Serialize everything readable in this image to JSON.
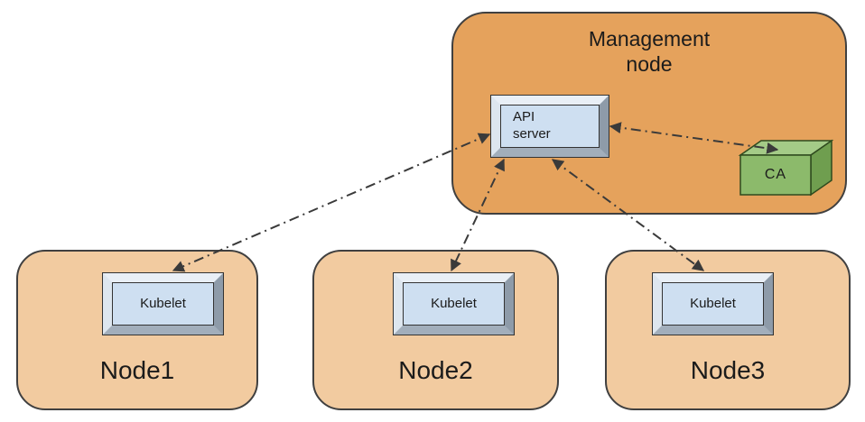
{
  "diagram": {
    "management_node": {
      "label": "Management\nnode",
      "api_server": {
        "label": "API\nserver"
      },
      "ca": {
        "label": "CA"
      }
    },
    "nodes": [
      {
        "label": "Node1",
        "component_label": "Kubelet"
      },
      {
        "label": "Node2",
        "component_label": "Kubelet"
      },
      {
        "label": "Node3",
        "component_label": "Kubelet"
      }
    ],
    "connections": [
      {
        "from": "api-server",
        "to": "node1-kubelet",
        "line_style": "dash-dot",
        "arrowheads": "both"
      },
      {
        "from": "api-server",
        "to": "node2-kubelet",
        "line_style": "dash-dot",
        "arrowheads": "both"
      },
      {
        "from": "api-server",
        "to": "node3-kubelet",
        "line_style": "dash-dot",
        "arrowheads": "both"
      },
      {
        "from": "api-server",
        "to": "ca",
        "line_style": "dash-dot",
        "arrowheads": "both"
      }
    ]
  },
  "colors": {
    "mgmt_fill": "#E5A25C",
    "node_fill": "#F2CBA0",
    "group_border": "#404040",
    "box_face": "#CEDFF1",
    "bevel_light": "#E9EFF6",
    "bevel_left": "#DDE6EF",
    "bevel_right": "#8E9BA9",
    "bevel_bottom": "#A2AEBB",
    "box_border": "#333333",
    "ca_front": "#8CBA6B",
    "ca_top": "#A4CB87",
    "ca_side": "#6F9E4F",
    "ca_border": "#2F4A1E",
    "arrow": "#3A3A3A",
    "text": "#1B1B1B"
  }
}
